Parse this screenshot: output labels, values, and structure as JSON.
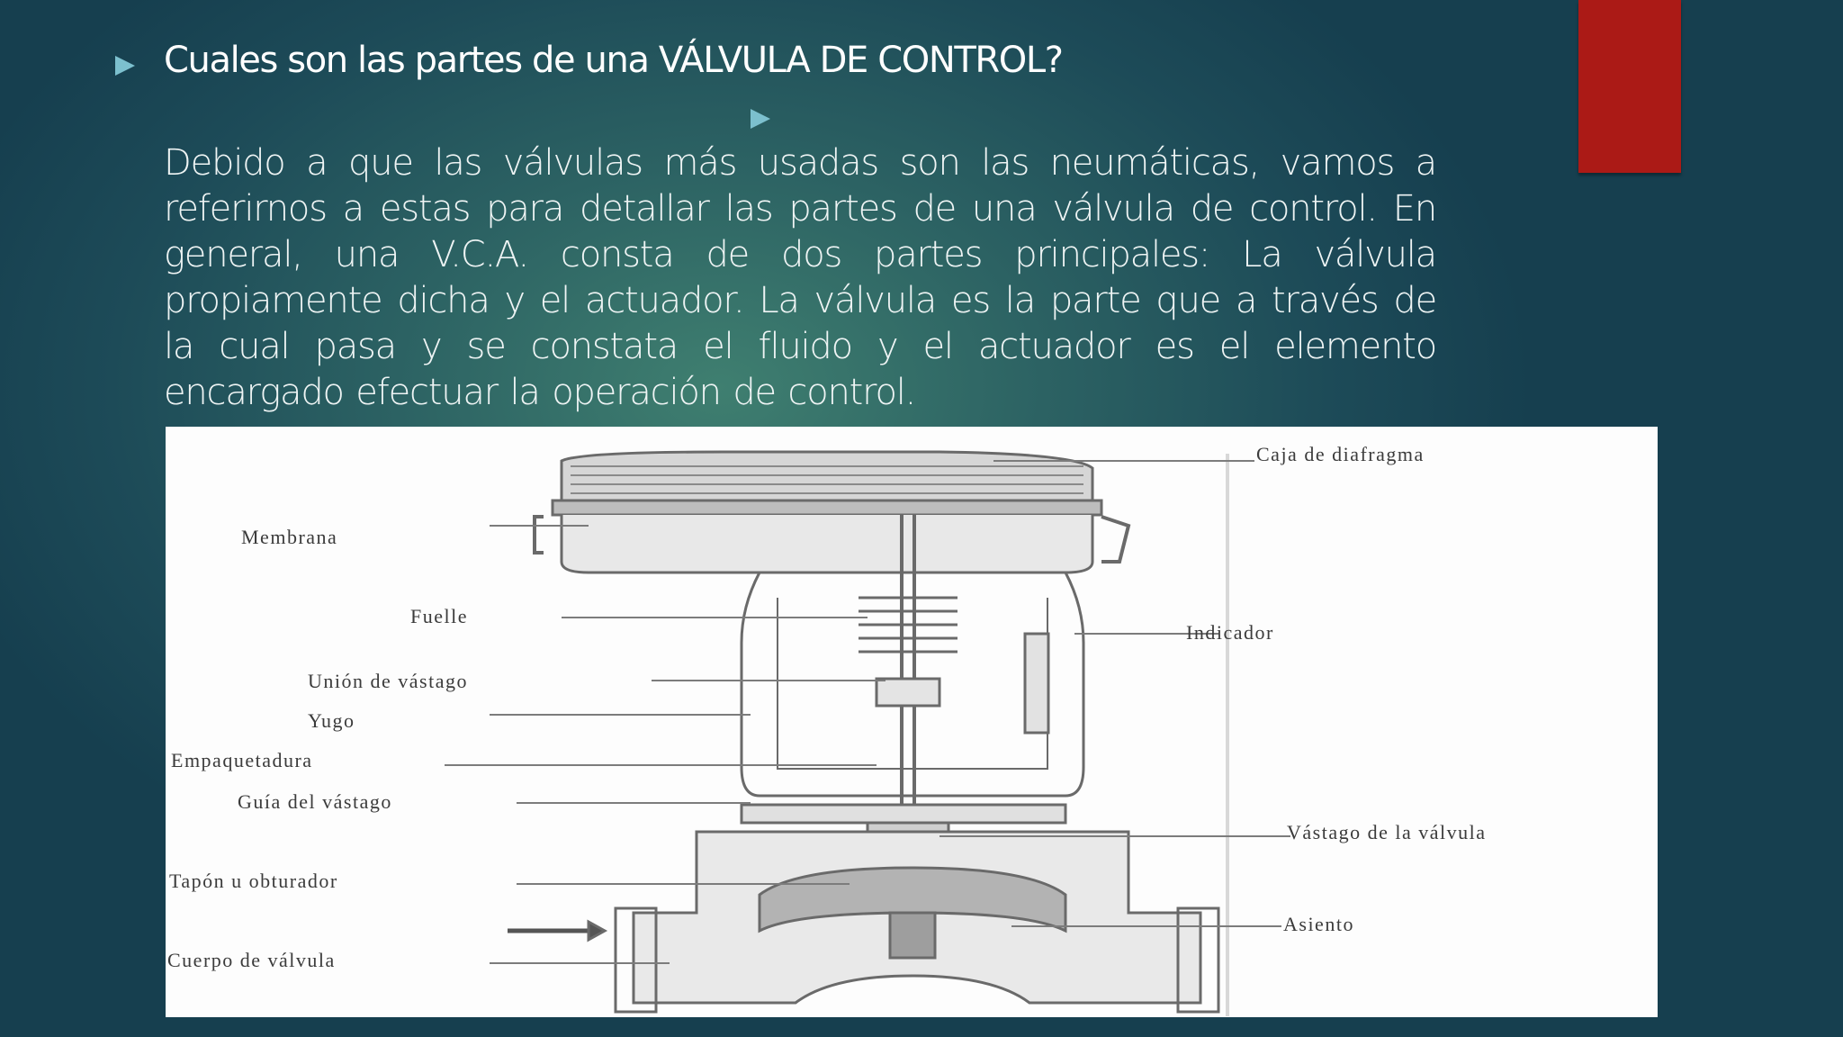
{
  "slide": {
    "title": "Cuales son las partes de una VÁLVULA DE CONTROL?",
    "paragraph": "Debido a que las válvulas más usadas son las neumáticas, vamos a referirnos a estas para detallar las partes de una válvula de control. En general, una V.C.A. consta de dos partes principales: La válvula propiamente dicha y el actuador. La válvula es la parte que a través de la cual pasa y se constata el fluido y el actuador es el elemento encargado efectuar la operación de control.",
    "accent_color": "#ab1a16",
    "bullet_color": "#7cc0ce"
  },
  "figure": {
    "labels": {
      "caja_diafragma": "Caja de diafragma",
      "membrana": "Membrana",
      "fuelle": "Fuelle",
      "indicador": "Indicador",
      "union_vastago": "Unión de   vástago",
      "yugo": "Yugo",
      "empaquetadura": "Empaquetadura",
      "guia_vastago": "Guía del vástago",
      "vastago_valvula": "Vástago de la válvula",
      "tapon": "Tapón u obturador",
      "asiento": "Asiento",
      "cuerpo": "Cuerpo de válvula"
    }
  }
}
